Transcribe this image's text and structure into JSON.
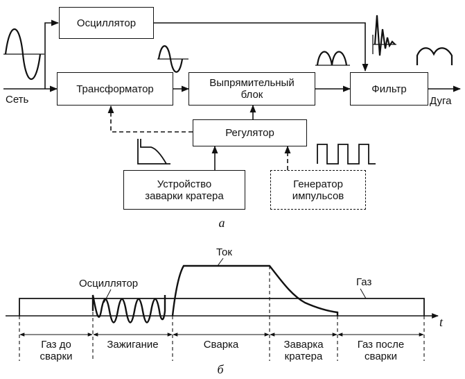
{
  "diagram_a": {
    "blocks": {
      "oscillator": "Осциллятор",
      "transformer": "Трансформатор",
      "rectifier": "Выпрямительный\nблок",
      "filter": "Фильтр",
      "regulator": "Регулятор",
      "crater_device": "Устройство\nзаварки кратера",
      "pulse_generator": "Генератор\nимпульсов"
    },
    "labels": {
      "input": "Сеть",
      "output": "Дуга"
    },
    "caption": "а"
  },
  "diagram_b": {
    "labels": {
      "current": "Ток",
      "oscillator": "Осциллятор",
      "gas": "Газ",
      "time_axis": "t"
    },
    "phases": [
      "Газ до\nсварки",
      "Зажигание",
      "Сварка",
      "Заварка\nкратера",
      "Газ после\nсварки"
    ],
    "caption": "б"
  }
}
